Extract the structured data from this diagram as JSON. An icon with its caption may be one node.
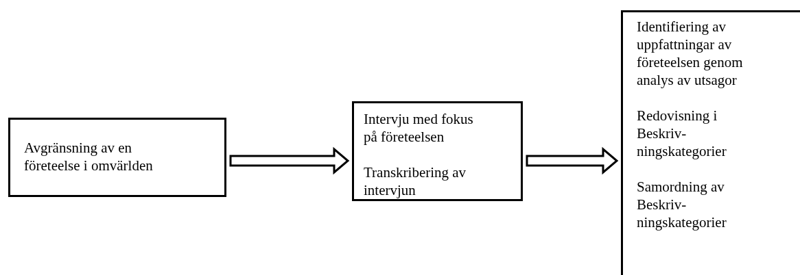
{
  "diagram": {
    "nodes": [
      {
        "text": [
          "Avgränsning av en företeelse i omvärlden"
        ]
      },
      {
        "text": [
          "Intervju med fokus på företeelsen",
          "Transkribering av intervjun"
        ]
      },
      {
        "text": [
          "Identifiering av uppfattningar av företeelsen genom analys av utsagor",
          "Redovisning i Beskriv- ningskategorier",
          "Samordning av Beskriv- ningskategorier"
        ]
      }
    ],
    "edges": [
      {
        "from": 0,
        "to": 1,
        "arrow": "to"
      },
      {
        "from": 1,
        "to": 2,
        "arrow": "to"
      }
    ]
  }
}
